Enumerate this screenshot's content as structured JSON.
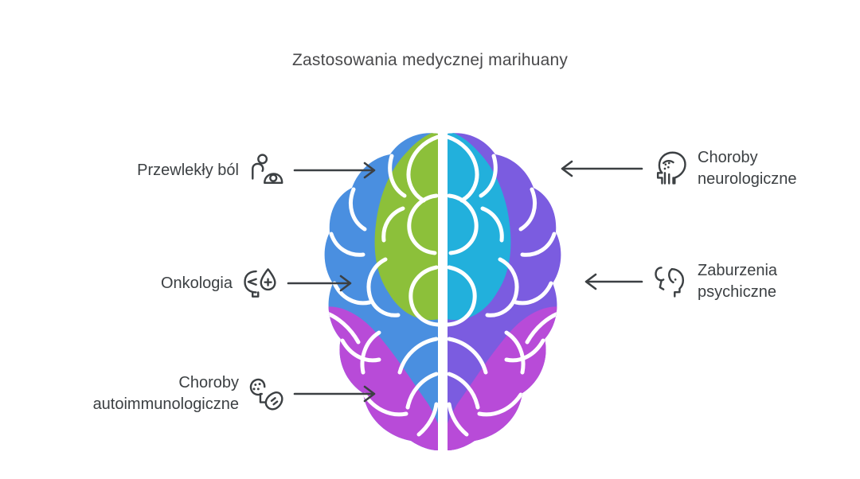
{
  "page": {
    "title": "Zastosowania medycznej marihuany",
    "background_color": "#ffffff",
    "text_color": "#3c4043",
    "title_color": "#49494b"
  },
  "brain": {
    "name": "brain-illustration",
    "regions": [
      {
        "id": "top-left",
        "label": "frontal-left",
        "color": "#8cc03a"
      },
      {
        "id": "top-right",
        "label": "frontal-right",
        "color": "#22b0dc"
      },
      {
        "id": "mid-left",
        "label": "parietal-left",
        "color": "#4a8fe0"
      },
      {
        "id": "mid-right",
        "label": "parietal-right",
        "color": "#7b5ce0"
      },
      {
        "id": "bottom-left",
        "label": "occipital-left",
        "color": "#b84bd8"
      },
      {
        "id": "bottom-right",
        "label": "occipital-right",
        "color": "#b84bd8"
      }
    ],
    "sulci_color": "#ffffff"
  },
  "arrows": {
    "color": "#3c4043",
    "left_direction": "right",
    "right_direction": "left"
  },
  "callouts": {
    "left": [
      {
        "id": "chronic-pain",
        "label": "Przewlekły ból",
        "icon": "back-pain-person-icon",
        "arrow": "arrow-right-icon"
      },
      {
        "id": "oncology",
        "label": "Onkologia",
        "icon": "iv-drip-blood-drop-icon",
        "arrow": "arrow-right-icon"
      },
      {
        "id": "autoimmune-diseases",
        "label": "Choroby\nautoimmunologiczne",
        "icon": "bacteria-cells-icon",
        "arrow": "arrow-right-icon"
      }
    ],
    "right": [
      {
        "id": "neurological-diseases",
        "label": "Choroby\nneurologiczne",
        "icon": "head-neurology-icon",
        "arrow": "arrow-left-icon"
      },
      {
        "id": "mental-disorders",
        "label": "Zaburzenia\npsychiczne",
        "icon": "head-profile-icon",
        "arrow": "arrow-left-icon"
      }
    ]
  }
}
